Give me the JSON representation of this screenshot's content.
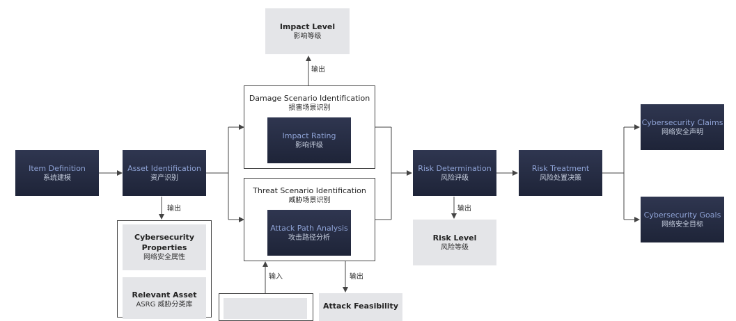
{
  "nodes": {
    "impact_level": {
      "en": "Impact Level",
      "zh": "影响等级"
    },
    "damage_scenario": {
      "en": "Damage Scenario Identification",
      "zh": "损害场景识别"
    },
    "impact_rating": {
      "en": "Impact Rating",
      "zh": "影响评级"
    },
    "threat_scenario": {
      "en": "Threat Scenario Identification",
      "zh": "威胁场景识别"
    },
    "attack_path": {
      "en": "Attack Path Analysis",
      "zh": "攻击路径分析"
    },
    "item_definition": {
      "en": "Item Definition",
      "zh": "系统建模"
    },
    "asset_identification": {
      "en": "Asset Identification",
      "zh": "资产识别"
    },
    "risk_determination": {
      "en": "Risk Determination",
      "zh": "风险评级"
    },
    "risk_treatment": {
      "en": "Risk Treatment",
      "zh": "风险处置决策"
    },
    "cyber_claims": {
      "en": "Cybersecurity Claims",
      "zh": "网络安全声明"
    },
    "cyber_goals": {
      "en": "Cybersecurity Goals",
      "zh": "网络安全目标"
    },
    "risk_level": {
      "en": "Risk Level",
      "zh": "风险等级"
    },
    "cyber_properties": {
      "en1": "Cybersecurity",
      "en2": "Properties",
      "zh": "网络安全属性"
    },
    "relevant_asset": {
      "en": "Relevant Asset",
      "zh": "ASRG 威胁分类库"
    },
    "attack_feasibility": {
      "en": "Attack Feasibility"
    }
  },
  "labels": {
    "output": "输出",
    "input": "输入"
  },
  "colors": {
    "dark_box": "#242a3e",
    "dark_text": "#8fa3d6",
    "light_box": "#e4e5e8",
    "line": "#444444"
  }
}
